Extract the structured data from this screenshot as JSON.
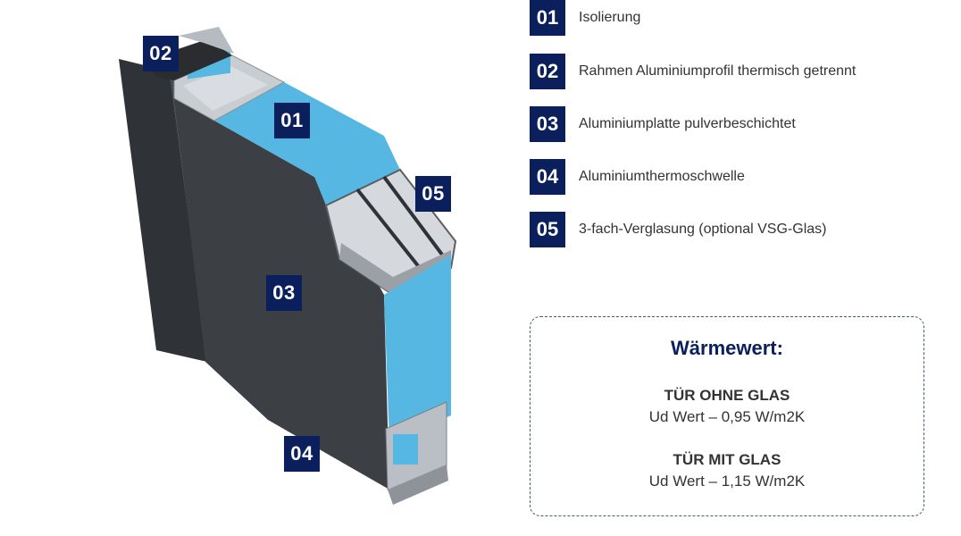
{
  "illustration": {
    "badges": {
      "b01": "01",
      "b02": "02",
      "b03": "03",
      "b04": "04",
      "b05": "05"
    },
    "colors": {
      "frame_dark": "#3a3d42",
      "insulation_blue": "#4fb6e0",
      "aluminium": "#c9ced3",
      "badge_navy": "#0b1f5c"
    }
  },
  "legend": {
    "items": [
      {
        "num": "01",
        "label": "Isolierung"
      },
      {
        "num": "02",
        "label": "Rahmen Aluminiumprofil thermisch getrennt"
      },
      {
        "num": "03",
        "label": "Aluminiumplatte pulverbeschichtet"
      },
      {
        "num": "04",
        "label": "Aluminiumthermoschwelle"
      },
      {
        "num": "05",
        "label": "3-fach-Verglasung (optional VSG-Glas)"
      }
    ]
  },
  "info": {
    "title": "Wärmewert:",
    "without_glass_heading": "TÜR OHNE GLAS",
    "without_glass_value": "Ud Wert – 0,95 W/m2K",
    "with_glass_heading": "TÜR MIT GLAS",
    "with_glass_value": "Ud Wert – 1,15 W/m2K"
  }
}
